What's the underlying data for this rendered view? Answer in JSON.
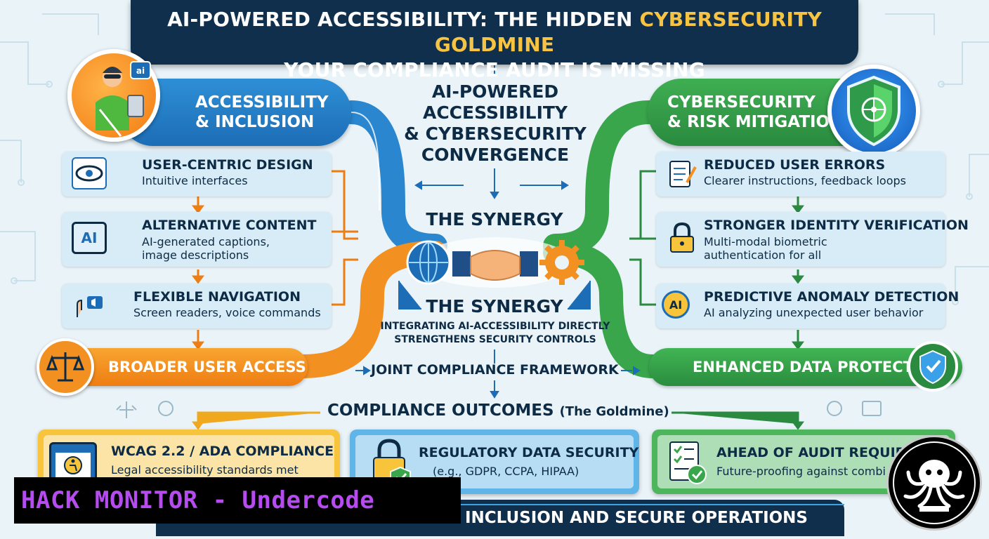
{
  "title": {
    "line1_prefix": "AI-POWERED ACCESSIBILITY: THE HIDDEN",
    "line1_accent": "CYBERSECURITY GOLDMINE",
    "line2": "YOUR COMPLIANCE AUDIT IS MISSING"
  },
  "left_header": {
    "line1": "ACCESSIBILITY",
    "line2": "& INCLUSION",
    "badge_icon": "ai"
  },
  "right_header": {
    "line1": "CYBERSECURITY",
    "line2": "& RISK MITIGATION"
  },
  "center": {
    "heading_lines": [
      "AI-POWERED",
      "ACCESSIBILITY",
      "& CYBERSECURITY",
      "CONVERGENCE"
    ],
    "synergy_top": "THE SYNERGY",
    "synergy_bottom": "THE SYNERGY",
    "synergy_desc1": "INTEGRATING AI-ACCESSIBILITY DIRECTLY",
    "synergy_desc2": "STRENGTHENS SECURITY CONTROLS"
  },
  "left_cards": [
    {
      "title": "USER-CENTRIC DESIGN",
      "desc": [
        "Intuitive interfaces"
      ],
      "icon": "eye-icon"
    },
    {
      "title": "ALTERNATIVE CONTENT",
      "desc": [
        "AI-generated captions,",
        "image descriptions"
      ],
      "icon": "AI"
    },
    {
      "title": "FLEXIBLE NAVIGATION",
      "desc": [
        "Screen readers, voice commands"
      ],
      "icon": "voice-icon"
    }
  ],
  "right_cards": [
    {
      "title": "REDUCED USER ERRORS",
      "desc": [
        "Clearer instructions, feedback loops"
      ],
      "icon": "clipboard-icon"
    },
    {
      "title": "STRONGER IDENTITY VERIFICATION",
      "desc": [
        "Multi-modal biometric",
        "authentication for all"
      ],
      "icon": "lock-icon"
    },
    {
      "title": "PREDICTIVE ANOMALY DETECTION",
      "desc": [
        "AI analyzing unexpected user behavior"
      ],
      "icon": "AI"
    }
  ],
  "bottom_arrows": {
    "left": "BROADER USER ACCESS",
    "right": "ENHANCED DATA PROTECTION",
    "center": "JOINT COMPLIANCE FRAMEWORK"
  },
  "outcomes": {
    "title": "COMPLIANCE OUTCOMES",
    "title_sub": "(The Goldmine)",
    "cards": [
      {
        "title": "WCAG 2.2 / ADA COMPLIANCE",
        "desc": "Legal accessibility standards met"
      },
      {
        "title": "REGULATORY DATA SECURITY",
        "desc": "(e.g., GDPR, CCPA, HIPAA)"
      },
      {
        "title": "AHEAD OF AUDIT REQUIREI",
        "desc": "Future-proofing against combi"
      }
    ]
  },
  "footer": {
    "text": "L INCLUSION AND SECURE OPERATIONS"
  },
  "watermark": {
    "text": "HACK MONITOR - Undercode"
  },
  "colors": {
    "navy": "#0f2f4d",
    "blue": "#1c6db6",
    "green": "#2a8a3f",
    "orange": "#ee7d12",
    "gold": "#f6c343",
    "watermark_purple": "#b64cf0"
  }
}
